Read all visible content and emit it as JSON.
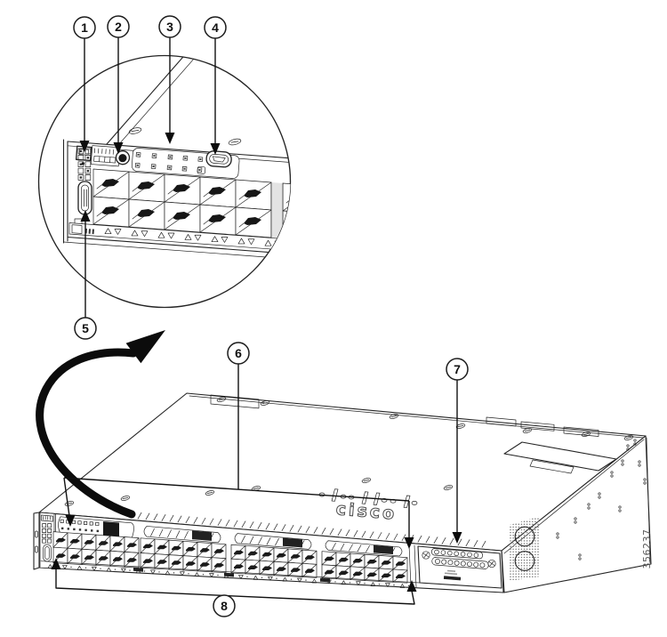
{
  "figure": {
    "number": "356237"
  },
  "brand": {
    "name": "cisco"
  },
  "callouts": [
    {
      "label": "1",
      "target": "usb-type-a-port"
    },
    {
      "label": "2",
      "target": "mode-button"
    },
    {
      "label": "3",
      "target": "led-status-panel"
    },
    {
      "label": "4",
      "target": "mini-usb-console-port"
    },
    {
      "label": "5",
      "target": "usb-slot"
    },
    {
      "label": "6",
      "target": "network-ports-area"
    },
    {
      "label": "7",
      "target": "uplink-module"
    },
    {
      "label": "8",
      "target": "lower-front-bezel"
    }
  ],
  "icons": {
    "zoom_arrow": "curved-magnify-arrow",
    "fan": "fan-grille",
    "screws": "panel-screw",
    "ports": "sfp-port-cage"
  }
}
